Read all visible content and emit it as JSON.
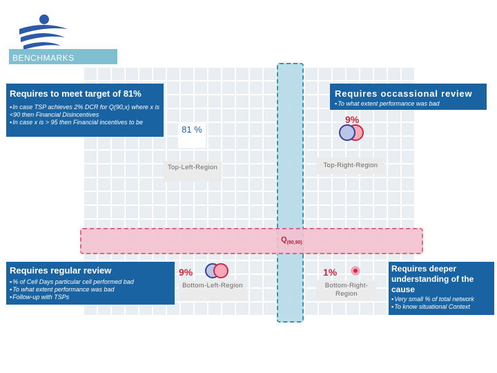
{
  "header": {
    "banner": "BENCHMARKS"
  },
  "colors": {
    "quadrant": "#1a63a3",
    "accent_red": "#d0263e",
    "vertical_band": "#b8dde9",
    "horizontal_band": "#f4c2d0"
  },
  "quadrants": {
    "top_left": {
      "title": "Requires to meet target of 81%",
      "bullets": [
        "In case TSP achieves 2% DCR for Q(90,x) where x is <90 then Financial Disincentives",
        "In case x is > 95 then Financial incentives to be"
      ]
    },
    "top_right": {
      "title": "Requires occassional review",
      "bullets": [
        "To what extent performance was bad"
      ]
    },
    "bottom_left": {
      "title": "Requires regular review",
      "bullets": [
        "% of Cell Days particular cell performed bad",
        "To what extent performance was bad",
        "Follow-up with TSPs"
      ]
    },
    "bottom_right": {
      "title": "Requires deeper understanding of the cause",
      "bullets": [
        "Very small % of total network",
        "To know situational Context"
      ]
    }
  },
  "regions": {
    "top_left": "Top-Left-Region",
    "top_right": "Top-Right-Region",
    "bottom_left": "Bottom-Left-Region",
    "bottom_right": "Bottom-Right-Region"
  },
  "percentages": {
    "top_left": "81 %",
    "top_right": "9%",
    "bottom_left": "9%",
    "bottom_right": "1%"
  },
  "center_label": {
    "main": "Q",
    "sub": "(90,90)"
  }
}
